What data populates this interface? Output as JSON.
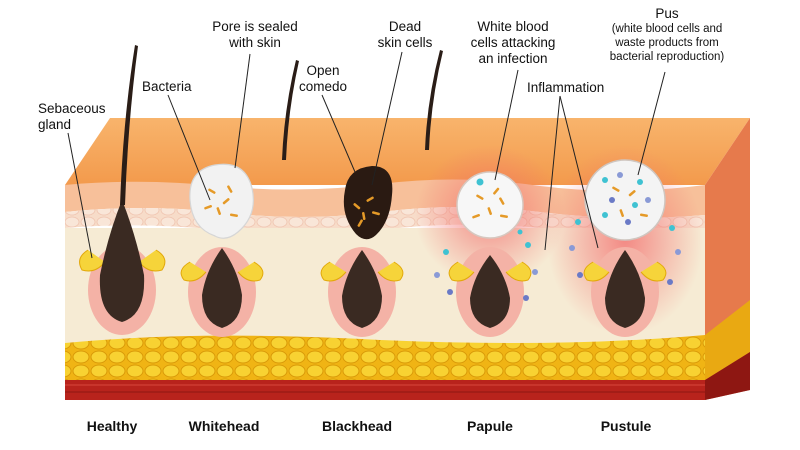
{
  "annotations": {
    "sebaceous_gland": [
      "Sebaceous",
      "gland"
    ],
    "bacteria": "Bacteria",
    "pore_sealed": [
      "Pore is sealed",
      "with skin"
    ],
    "open_comedo": [
      "Open",
      "comedo"
    ],
    "dead_skin_cells": [
      "Dead",
      "skin cells"
    ],
    "white_blood_cells": [
      "White blood",
      "cells attacking",
      "an infection"
    ],
    "inflammation": "Inflammation",
    "pus_title": "Pus",
    "pus_detail": [
      "(white blood cells and",
      "waste products from",
      "bacterial reproduction)"
    ]
  },
  "stages": [
    "Healthy",
    "Whitehead",
    "Blackhead",
    "Papule",
    "Pustule"
  ],
  "colors": {
    "epidermis_top": "#f6a55e",
    "epidermis_side": "#f3b07d",
    "dermis": "#f5e9d0",
    "fat": "#f3c21c",
    "muscle": "#b8231c",
    "follicle": "#3a2a22",
    "whitehead": "#f2f2f2",
    "blackhead": "#2a1a12",
    "inflammation": "#f26a6a"
  }
}
